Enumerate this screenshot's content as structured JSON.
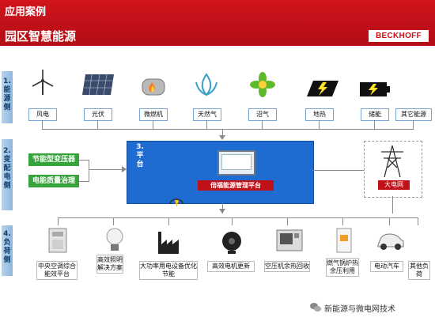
{
  "header": {
    "app_title": "应用案例",
    "page_title": "园区智慧能源",
    "brand": "BECKHOFF"
  },
  "sections": [
    {
      "label": "1.\n能\n源\n侧"
    },
    {
      "label": "2.\n变\n配\n电\n侧"
    },
    {
      "label": "4.\n负\n荷\n侧"
    }
  ],
  "sources": [
    {
      "label": "风电",
      "icon": "wind-turbine-icon"
    },
    {
      "label": "光伏",
      "icon": "solar-panel-icon"
    },
    {
      "label": "微燃机",
      "icon": "micro-turbine-icon"
    },
    {
      "label": "天然气",
      "icon": "natural-gas-icon"
    },
    {
      "label": "沼气",
      "icon": "biogas-icon"
    },
    {
      "label": "地热",
      "icon": "geothermal-icon"
    },
    {
      "label": "储能",
      "icon": "battery-icon"
    },
    {
      "label": "其它能源",
      "icon": ""
    }
  ],
  "substation": {
    "transformer": "节能型变压器",
    "power_quality": "电能质量治理"
  },
  "platform": {
    "number_label": "3.\n平\n台",
    "name": "倍福能源管理平台"
  },
  "grid": {
    "label": "大电网",
    "icon": "power-tower-icon"
  },
  "loads": [
    {
      "label": "中央空调综合能效平台",
      "icon": "hvac-unit-icon"
    },
    {
      "label": "高效照明解决方案",
      "icon": "lightbulb-icon"
    },
    {
      "label": "大功率用电设备优化节能",
      "icon": "factory-icon"
    },
    {
      "label": "高效电机更新",
      "icon": "motor-icon"
    },
    {
      "label": "空压机余热回收",
      "icon": "air-compressor-icon"
    },
    {
      "label": "燃气锅炉热余压利用",
      "icon": "boiler-icon"
    },
    {
      "label": "电动汽车",
      "icon": "electric-car-icon"
    },
    {
      "label": "其他负荷",
      "icon": ""
    }
  ],
  "footer": {
    "text": "新能源与微电网技术"
  }
}
